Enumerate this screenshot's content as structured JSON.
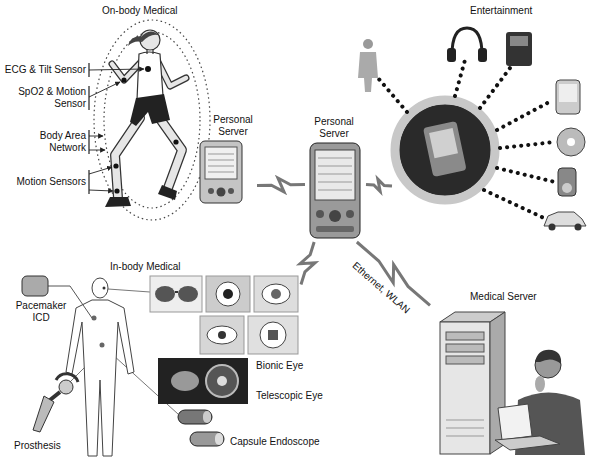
{
  "diagram": {
    "nodes": [
      {
        "text": [
          "On-body Medical"
        ]
      },
      {
        "text": [
          "Personal Server"
        ],
        "in": 0
      },
      {
        "text": [
          "Personal Server"
        ]
      },
      {
        "text": [
          "Entertainment"
        ]
      },
      {
        "text": [
          "In-body Medical"
        ]
      },
      {
        "text": [
          "Medical Server"
        ]
      }
    ],
    "edges": [
      {
        "from": 1,
        "to": 2,
        "arrow": "none"
      },
      {
        "from": 2,
        "to": 3,
        "arrow": "none"
      },
      {
        "from": 2,
        "to": 4,
        "arrow": "none"
      },
      {
        "from": 2,
        "to": 5,
        "label": "Ethernet, WLAN",
        "arrow": "none"
      }
    ],
    "labels": [
      "ECG & Tilt Sensor",
      "SpO2 & Motion Sensor",
      "Body Area Network",
      "Motion Sensors",
      "Pacemaker ICD",
      "Bionic Eye",
      "Telescopic Eye",
      "Prosthesis",
      "Capsule Endoscope"
    ]
  }
}
